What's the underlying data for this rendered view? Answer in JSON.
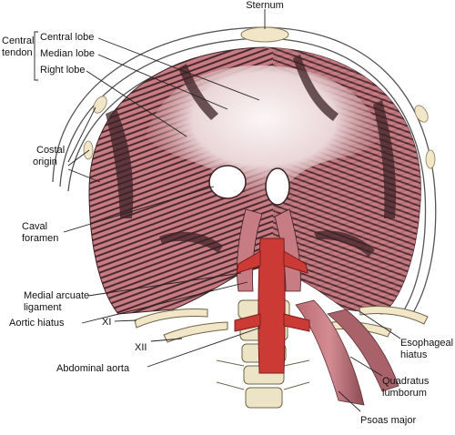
{
  "figure": {
    "labels": {
      "sternum": "Sternum",
      "central_tendon": [
        "Central",
        "tendon"
      ],
      "central_lobe": "Central lobe",
      "median_lobe": "Median lobe",
      "right_lobe": "Right lobe",
      "costal_origin": [
        "Costal",
        "origin"
      ],
      "caval_foramen": [
        "Caval",
        "foramen"
      ],
      "medial_arcuate_ligament": [
        "Medial arcuate",
        "ligament"
      ],
      "aortic_hiatus": "Aortic hiatus",
      "xi": "XI",
      "xii": "XII",
      "abdominal_aorta": "Abdominal aorta",
      "esophageal_hiatus": [
        "Esophageal",
        "hiatus"
      ],
      "quadratus_lumborum": [
        "Quadratus",
        "lumborum"
      ],
      "psoas_major": "Psoas major"
    },
    "colors": {
      "muscle_dark": "#4a2a2e",
      "muscle_pink": "#d88f95",
      "tendon": "#f3ecec",
      "bone": "#f1e6c8",
      "aorta": "#cc3a36",
      "rib_outline": "#555555",
      "leader_line": "#222222"
    }
  }
}
